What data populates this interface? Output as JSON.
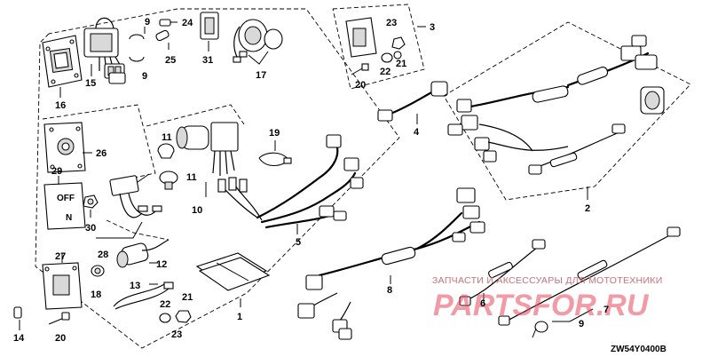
{
  "diagram_code": "ZW54Y0400B",
  "watermark": {
    "caption": "ЗАПЧАСТИ И АКСЕССУАРЫ ДЛЯ МОТОТЕХНИКИ",
    "logo_text": "PARTSFOR.RU"
  },
  "callouts": {
    "c1": "1",
    "c2": "2",
    "c3": "3",
    "c4": "4",
    "c5": "5",
    "c6": "6",
    "c7": "7",
    "c8": "8",
    "c9a": "9",
    "c9b": "9",
    "c9c": "9",
    "c10": "10",
    "c11a": "11",
    "c11b": "11",
    "c12": "12",
    "c13": "13",
    "c14": "14",
    "c15": "15",
    "c16": "16",
    "c17": "17",
    "c18": "18",
    "c19": "19",
    "c20a": "20",
    "c20b": "20",
    "c21a": "21",
    "c21b": "21",
    "c22a": "22",
    "c22b": "22",
    "c23a": "23",
    "c23b": "23",
    "c24": "24",
    "c25": "25",
    "c26": "26",
    "c27": "27",
    "c28": "28",
    "c29": "29",
    "c30": "30",
    "c31": "31"
  },
  "panel_marks": {
    "off": "OFF",
    "n": "N"
  },
  "colors": {
    "line": "#000000",
    "watermark_text": "#c9707a",
    "watermark_logo": "#e84a5f"
  }
}
